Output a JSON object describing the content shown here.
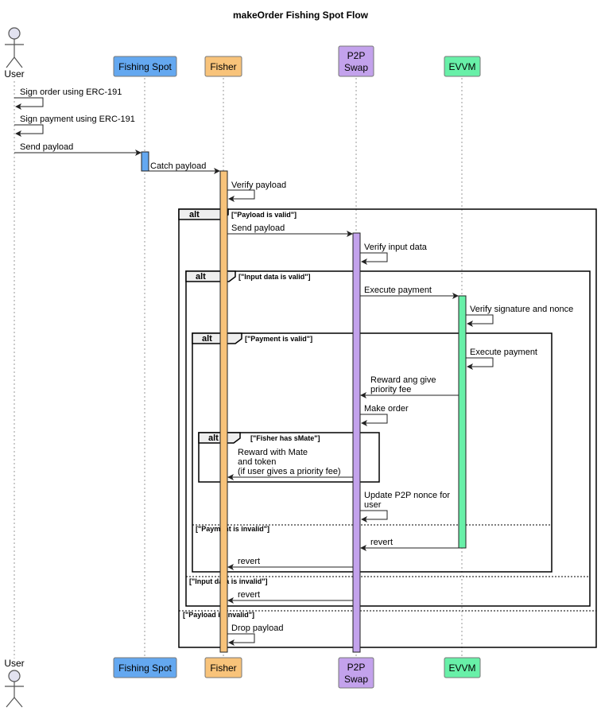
{
  "title": "makeOrder Fishing Spot Flow",
  "colors": {
    "fishing_spot": "#64a8f0",
    "fisher": "#f8c37a",
    "p2p_swap": "#c3a2ec",
    "evvm": "#68f0a8"
  },
  "participants": {
    "user": "User",
    "fishing_spot": "Fishing Spot",
    "fisher": "Fisher",
    "p2p_swap_l1": "P2P",
    "p2p_swap_l2": "Swap",
    "evvm": "EVVM"
  },
  "messages": {
    "m1": "Sign order using ERC-191",
    "m2": "Sign payment using ERC-191",
    "m3": "Send payload",
    "m4": "Catch payload",
    "m5": "Verify payload",
    "m6": "Send payload",
    "m7": "Verify input data",
    "m8": "Execute payment",
    "m9": "Verify signature and nonce",
    "m10": "Execute payment",
    "m11_l1": "Reward ang give",
    "m11_l2": "priority fee",
    "m12": "Make order",
    "m13_l1": "Reward with Mate",
    "m13_l2": "and token",
    "m13_l3": "(if user gives a priority fee)",
    "m14_l1": "Update P2P nonce for",
    "m14_l2": "user",
    "m15": "revert",
    "m16": "revert",
    "m17": "revert",
    "m18": "Drop payload"
  },
  "frames": {
    "f1_kw": "alt",
    "f1_guard": "[\"Payload is valid\"]",
    "f1_else": "[\"Payload is invalid\"]",
    "f2_kw": "alt",
    "f2_guard": "[\"Input data is valid\"]",
    "f2_else": "[\"Input data is invalid\"]",
    "f3_kw": "alt",
    "f3_guard": "[\"Payment is valid\"]",
    "f3_else": "[\"Payment is invalid\"]",
    "f4_kw": "alt",
    "f4_guard": "[\"Fisher has sMate\"]"
  }
}
